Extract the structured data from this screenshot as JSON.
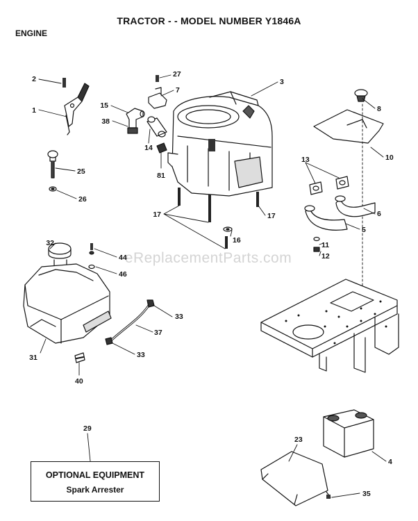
{
  "title": "TRACTOR - - MODEL NUMBER Y1846A",
  "section": "ENGINE",
  "watermark": "eReplacementParts.com",
  "optional_box": {
    "heading": "OPTIONAL EQUIPMENT",
    "item": "Spark Arrester"
  },
  "callouts": {
    "c1": "1",
    "c2": "2",
    "c3": "3",
    "c4": "4",
    "c5": "5",
    "c6": "6",
    "c7": "7",
    "c8": "8",
    "c10": "10",
    "c11": "11",
    "c12": "12",
    "c13": "13",
    "c14": "14",
    "c15": "15",
    "c16": "16",
    "c17a": "17",
    "c17b": "17",
    "c23": "23",
    "c25": "25",
    "c26": "26",
    "c27": "27",
    "c29": "29",
    "c31": "31",
    "c32": "32",
    "c33a": "33",
    "c33b": "33",
    "c35": "35",
    "c37": "37",
    "c38": "38",
    "c40": "40",
    "c44": "44",
    "c46": "46",
    "c81": "81"
  }
}
